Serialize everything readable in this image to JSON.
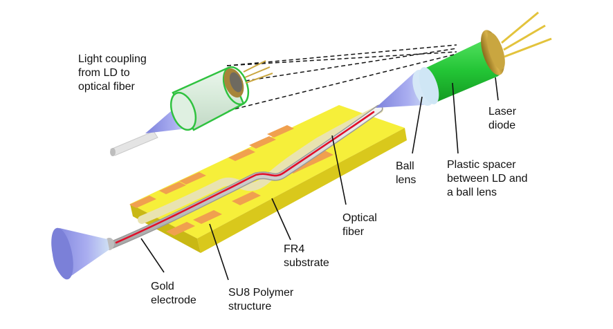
{
  "labels": {
    "light_coupling": [
      "Light coupling",
      "from LD to",
      "optical fiber"
    ],
    "laser_diode": [
      "Laser",
      "diode"
    ],
    "ball_lens": [
      "Ball",
      "lens"
    ],
    "plastic_spacer": [
      "Plastic spacer",
      "between LD and",
      "a ball lens"
    ],
    "optical_fiber": [
      "Optical",
      "fiber"
    ],
    "fr4_substrate": [
      "FR4",
      "substrate"
    ],
    "gold_electrode": [
      "Gold",
      "electrode"
    ],
    "su8_structure": [
      "SU8 Polymer",
      "structure"
    ]
  },
  "colors": {
    "substrate_top": "#f6ef3a",
    "substrate_side": "#d8c719",
    "electrode": "#f0a04f",
    "fiber": "#c9c9c9",
    "fiber_core": "#e0102a",
    "lens_cone": "#8e93e6",
    "spacer": "#27c73a",
    "housing_gold": "#b8962c",
    "pins": "#e3c33c"
  }
}
